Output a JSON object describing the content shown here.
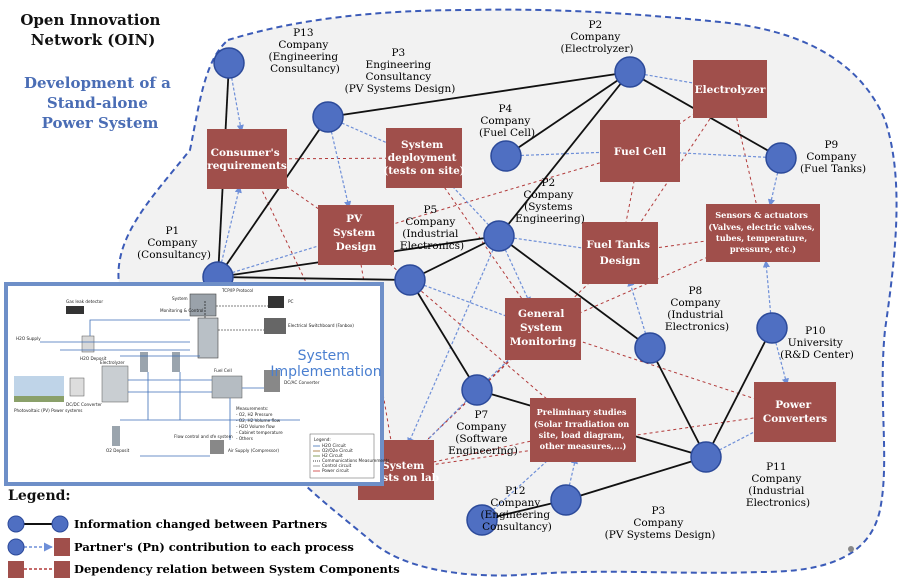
{
  "header": {
    "network_title_lines": [
      "Open Innovation",
      "Network (OIN)"
    ],
    "project_title_lines": [
      "Development of a",
      "Stand-alone",
      "Power System"
    ]
  },
  "colors": {
    "node": "#4f6fc2",
    "node_stroke": "#2c4a9a",
    "process_box": "#a04f4b",
    "info_edge": "#111111",
    "contribution_edge": "#6e8fd8",
    "dependency_edge": "#b23a3a",
    "boundary": "#3b5bb8",
    "title_blue": "#4a6db5"
  },
  "partners": [
    {
      "id": "P13",
      "lines": [
        "P13",
        "Company",
        "(Engineering",
        "Consultancy)"
      ]
    },
    {
      "id": "P3a",
      "lines": [
        "P3",
        "Engineering",
        "Consultancy",
        "(PV Systems Design)"
      ]
    },
    {
      "id": "P2a",
      "lines": [
        "P2",
        "Company",
        "(Electrolyzer)"
      ]
    },
    {
      "id": "P4",
      "lines": [
        "P4",
        "Company",
        "(Fuel Cell)"
      ]
    },
    {
      "id": "P9",
      "lines": [
        "P9",
        "Company",
        "(Fuel Tanks)"
      ]
    },
    {
      "id": "P1",
      "lines": [
        "P1",
        "Company",
        "(Consultancy)"
      ]
    },
    {
      "id": "P5",
      "lines": [
        "P5",
        "Company",
        "(Industrial",
        "Electronics)"
      ]
    },
    {
      "id": "P2b",
      "lines": [
        "P2",
        "Company",
        "(Systems",
        "Engineering)"
      ]
    },
    {
      "id": "P8",
      "lines": [
        "P8",
        "Company",
        "(Industrial",
        "Electronics)"
      ]
    },
    {
      "id": "P10",
      "lines": [
        "P10",
        "University",
        "(R&D Center)"
      ]
    },
    {
      "id": "P7",
      "lines": [
        "P7",
        "Company",
        "(Software",
        "Engineering)"
      ]
    },
    {
      "id": "P11",
      "lines": [
        "P11",
        "Company",
        "(Industrial",
        "Electronics)"
      ]
    },
    {
      "id": "P12",
      "lines": [
        "P12",
        "Company",
        "(Engineering",
        "Consultancy)"
      ]
    },
    {
      "id": "P3b",
      "lines": [
        "P3",
        "Company",
        "(PV Systems Design)"
      ]
    }
  ],
  "processes": [
    {
      "id": "electrolyzer",
      "lines": [
        "Electrolyzer"
      ]
    },
    {
      "id": "consumer",
      "lines": [
        "Consumer's",
        "requirements"
      ]
    },
    {
      "id": "deployment",
      "lines": [
        "System",
        "deployment",
        "(tests on site)"
      ]
    },
    {
      "id": "fuelcell",
      "lines": [
        "Fuel Cell"
      ]
    },
    {
      "id": "pvdesign",
      "lines": [
        "PV",
        "System",
        "Design"
      ]
    },
    {
      "id": "sensors",
      "lines": [
        "Sensors & actuators",
        "(Valves, electric valves,",
        "tubes, temperature,",
        "pressure, etc.)"
      ]
    },
    {
      "id": "fueltanks",
      "lines": [
        "Fuel Tanks",
        "Design"
      ]
    },
    {
      "id": "monitoring",
      "lines": [
        "General",
        "System",
        "Monitoring"
      ]
    },
    {
      "id": "converters",
      "lines": [
        "Power",
        "Converters"
      ]
    },
    {
      "id": "preliminary",
      "lines": [
        "Preliminary studies",
        "(Solar Irradiation on",
        "site, load diagram,",
        "other measures,...)"
      ]
    },
    {
      "id": "labtests",
      "lines": [
        "System",
        "tests on lab"
      ]
    }
  ],
  "inset": {
    "title_lines": [
      "System",
      "Implementation"
    ],
    "labels": [
      "Gas leak detector",
      "System",
      "Monitoring & Control",
      "TCP/IP Protocol",
      "PC",
      "Electrical Switchboard (Fanbox)",
      "H2O Supply",
      "H2O Deposit",
      "Electrolyzer",
      "DC/DC Converter",
      "Photovoltaic (PV) Power systems",
      "O2 Deposit",
      "Fuel Cell",
      "DC/AC Converter",
      "Flow control and sfe system",
      "Air Supply (Compressor)",
      "Measurements:",
      "- O2, H2 Pressure",
      "- O2, H2 Volume flow",
      "- H2O Volume flow",
      "- Cabinet temperature",
      "- Others",
      "Legend:",
      "H2O Circuit",
      "O2/O2e Circuit",
      "H2 Circuit",
      "Communications Measurements",
      "Control circuit",
      "Power circuit"
    ]
  },
  "legend": {
    "title": "Legend:",
    "items": [
      "Information changed between Partners",
      "Partner's (Pn) contribution to each process",
      "Dependency relation  between System Components"
    ]
  }
}
